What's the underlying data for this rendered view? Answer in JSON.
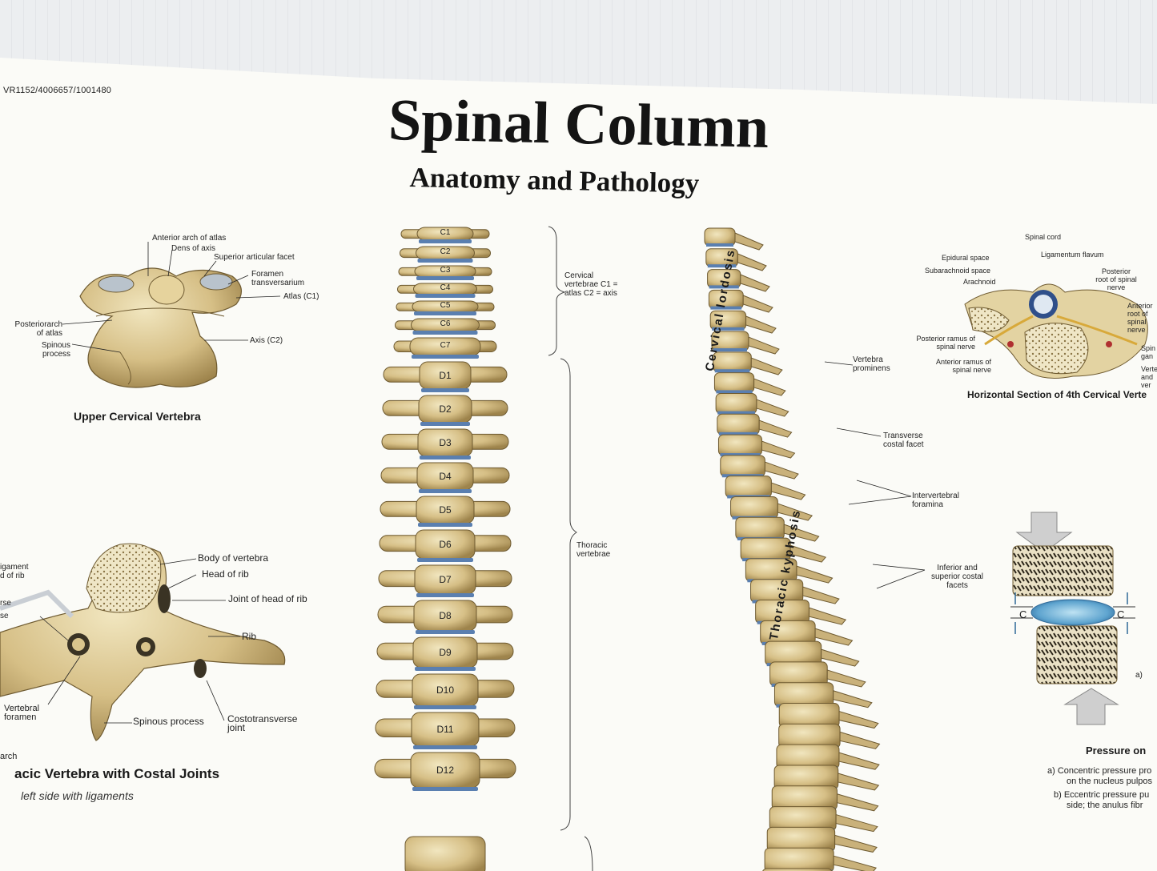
{
  "poster": {
    "code": "VR1152/4006657/1001480",
    "title": "Spinal Column",
    "subtitle": "Anatomy and Pathology"
  },
  "upper_cervical": {
    "labels": {
      "anterior_arch": "Anterior arch of atlas",
      "dens": "Dens of axis",
      "superior_facet": "Superior articular facet",
      "foramen": "Foramen transversarium",
      "atlas": "Atlas (C1)",
      "posterior_arch": "Posteriorarch of atlas",
      "spinous": "Spinous process",
      "axis": "Axis (C2)"
    },
    "caption": "Upper Cervical Vertebra"
  },
  "thoracic_costal": {
    "labels": {
      "ligament": "igament d of rib",
      "rse": "rse",
      "se": "se",
      "body": "Body of vertebra",
      "head_rib": "Head of rib",
      "joint_head": "Joint of head of rib",
      "rib": "Rib",
      "vertebral_foramen": "Vertebral foramen",
      "spinous": "Spinous process",
      "costotransverse": "Costotransverse joint",
      "arch": "arch"
    },
    "caption": "acic Vertebra with Costal Joints",
    "note": "left side with ligaments"
  },
  "spine_front": {
    "vertebrae": [
      "C1",
      "C2",
      "C3",
      "C4",
      "C5",
      "C6",
      "C7",
      "D1",
      "D2",
      "D3",
      "D4",
      "D5",
      "D6",
      "D7",
      "D8",
      "D9",
      "D10",
      "D11",
      "D12"
    ],
    "cervical_label": "Cervical vertebrae C1 = atlas C2 = axis",
    "thoracic_label": "Thoracic vertebrae"
  },
  "spine_side": {
    "cervical_lordosis": "Cervical lordosis",
    "thoracic_kyphosis": "Thoracic kyphosis",
    "labels": {
      "prominens": "Vertebra prominens",
      "transverse_facet": "Transverse costal facet",
      "intervertebral": "Intervertebral foramina",
      "costal_facets": "Inferior and superior costal facets"
    }
  },
  "horizontal_section": {
    "labels": {
      "spinal_cord": "Spinal cord",
      "epidural": "Epidural space",
      "ligamentum": "Ligamentum flavum",
      "subarachnoid": "Subarachnoid space",
      "arachnoid": "Arachnoid",
      "posterior_root": "Posterior root of spinal nerve",
      "anterior_root": "Anterior root of spinal nerve",
      "posterior_ramus": "Posterior ramus of spinal nerve",
      "anterior_ramus": "Anterior ramus of spinal nerve",
      "spin": "Spin gan",
      "verte": "Vertebr and ver"
    },
    "caption": "Horizontal Section of 4th Cervical Verte"
  },
  "pressure": {
    "c_label": "C",
    "a_label": "a)",
    "caption": "Pressure on",
    "notes": [
      "a) Concentric pressure pro",
      "on the nucleus pulpos",
      "b) Eccentric pressure pu",
      "side; the anulus fibr"
    ]
  },
  "colors": {
    "bone": "#d9c48c",
    "bone_shadow": "#a88e54",
    "disc": "#5a7fb0",
    "paper": "#fbfbf7"
  }
}
